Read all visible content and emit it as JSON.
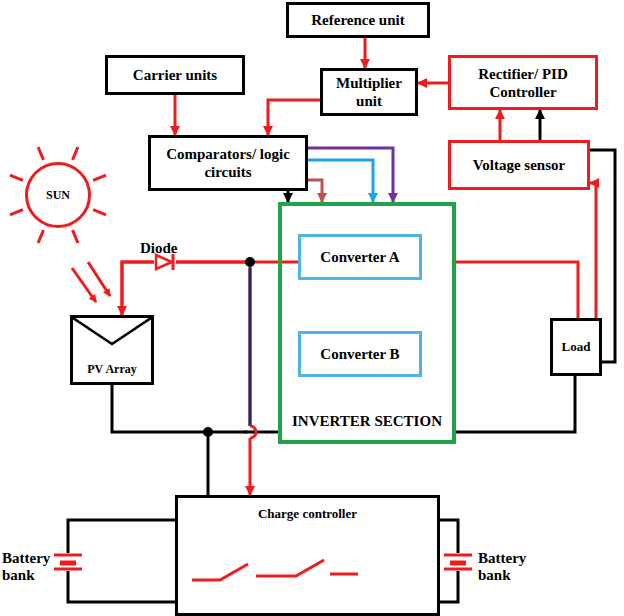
{
  "diagram": {
    "nodes": [
      {
        "text": [
          "Reference unit"
        ]
      },
      {
        "text": [
          "Carrier units"
        ]
      },
      {
        "text": [
          "Multiplier unit"
        ]
      },
      {
        "text": [
          "Rectifier/ PID Controller"
        ]
      },
      {
        "text": [
          "Comparators/ logic circuits"
        ]
      },
      {
        "text": [
          "Voltage sensor"
        ]
      },
      {
        "text": [
          "SUN"
        ]
      },
      {
        "text": [
          "INVERTER SECTION"
        ]
      },
      {
        "text": [
          "Converter A"
        ],
        "in": 7
      },
      {
        "text": [
          "Converter B"
        ],
        "in": 7
      },
      {
        "text": [
          "PV Array"
        ]
      },
      {
        "text": [
          "Load"
        ]
      },
      {
        "text": [
          "Charge controller"
        ]
      }
    ],
    "edges": [
      {
        "from": 0,
        "to": 2,
        "arrow": "to"
      },
      {
        "from": 3,
        "to": 2,
        "arrow": "to"
      },
      {
        "from": 2,
        "to": 4,
        "arrow": "to"
      },
      {
        "from": 1,
        "to": 4,
        "arrow": "to"
      },
      {
        "from": 5,
        "to": 3,
        "arrow": "to"
      },
      {
        "from": 5,
        "to": 3,
        "arrow": "to"
      },
      {
        "from": 4,
        "to": 7,
        "arrow": "to"
      },
      {
        "from": 4,
        "to": 7,
        "arrow": "to"
      },
      {
        "from": 4,
        "to": 7,
        "arrow": "to"
      },
      {
        "from": 4,
        "to": 7,
        "arrow": "to"
      },
      {
        "from": 10,
        "to": 8,
        "arrow": "none"
      },
      {
        "from": 7,
        "to": 11,
        "arrow": "none"
      },
      {
        "from": 11,
        "to": 5,
        "arrow": "to"
      },
      {
        "from": 5,
        "to": 11,
        "arrow": "none"
      },
      {
        "from": 10,
        "to": 7,
        "arrow": "none"
      },
      {
        "from": 7,
        "to": 11,
        "arrow": "none"
      },
      {
        "from": 12,
        "to": 10,
        "arrow": "both"
      }
    ],
    "labels": [
      "Diode",
      "Battery bank",
      "Battery bank"
    ]
  }
}
